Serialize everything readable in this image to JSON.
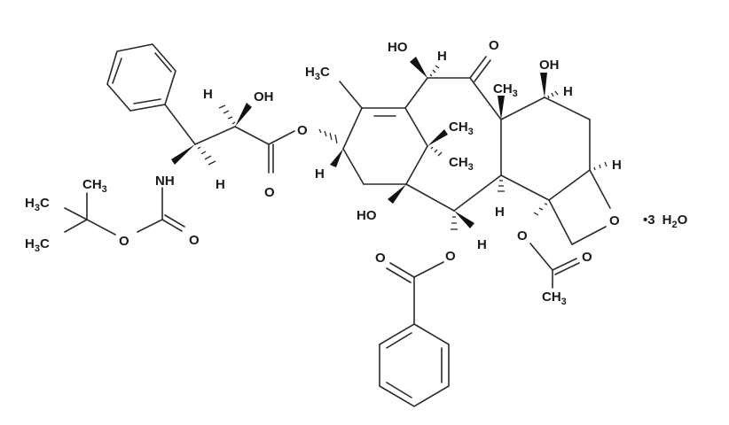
{
  "diagram": {
    "type": "chemical-structure",
    "compound_formula_note": "•3 H2O",
    "labels": {
      "oh_side": "OH",
      "h_c2": "H",
      "h_c3": "H",
      "nh": "NH",
      "o_ester_carbonyl": "O",
      "o_ester": "O",
      "o_carbamate_carbonyl": "O",
      "o_carbamate": "O",
      "ch3_tbu_top": "CH",
      "h3c_tbu_left1": "H",
      "h3c_tbu_left2": "H",
      "h3c_ring": "H",
      "h_c13": "H",
      "ho_c10": "HO",
      "h_c10": "H",
      "o_ketone": "O",
      "ch3_gem1": "CH",
      "ch3_gem2": "CH",
      "ch3_c8": "CH",
      "oh_c7": "OH",
      "h_c7": "H",
      "h_c5": "H",
      "ho_c1": "HO",
      "h_c3ring": "H",
      "h_c2ring": "H",
      "o_benzoate": "O",
      "o_benzoate_carbonyl": "O",
      "o_acetate": "O",
      "o_acetate_carbonyl": "O",
      "ch3_acetate": "CH",
      "o_oxetane": "O",
      "hydrate_dot": "•3",
      "hydrate_h": "H",
      "hydrate_o": "O",
      "sub3": "3",
      "sub2": "2",
      "c": "C"
    }
  }
}
